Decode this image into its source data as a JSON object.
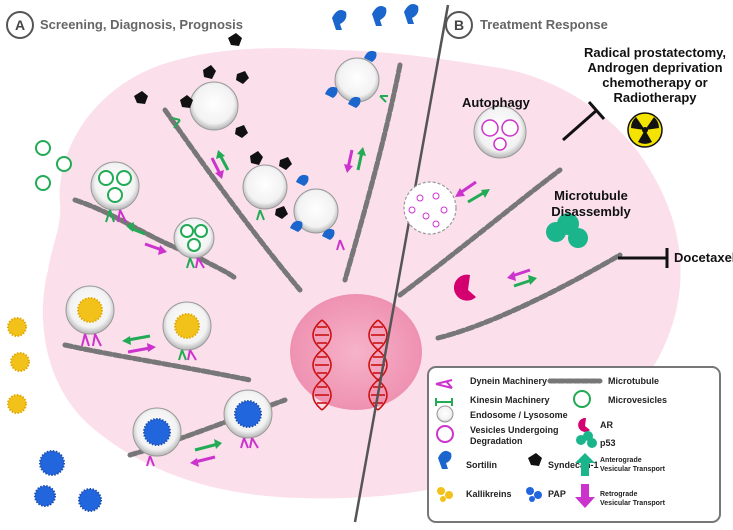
{
  "panel_a": {
    "letter": "A",
    "title": "Screening, Diagnosis, Prognosis"
  },
  "panel_b": {
    "letter": "B",
    "title": "Treatment Response"
  },
  "labels": {
    "autophagy": "Autophagy",
    "microtubule_disassembly_1": "Microtubule",
    "microtubule_disassembly_2": "Disassembly",
    "radical_1": "Radical prostatectomy,",
    "radical_2": "Androgen deprivation",
    "radical_3": "chemotherapy or",
    "radical_4": "Radiotherapy",
    "docetaxel": "Docetaxel"
  },
  "legend": {
    "dynein": "Dynein Machinery",
    "kinesin": "Kinesin Machinery",
    "endosome": "Endosome / Lysosome",
    "degradation_1": "Vesicles Undergoing",
    "degradation_2": "Degradation",
    "sortilin": "Sortilin",
    "syndecan": "Syndecan-1",
    "kallikreins": "Kallikreins",
    "pap": "PAP",
    "microtubule": "Microtubule",
    "microvesicles": "Microvesicles",
    "ar": "AR",
    "p53": "p53",
    "anterograde_1": "Anterograde",
    "anterograde_2": "Vesicular Transport",
    "retrograde_1": "Retrograde",
    "retrograde_2": "Vesicular Transport"
  },
  "colors": {
    "cell_fill": "#fbe0ec",
    "nucleus": "#f3a6c0",
    "dynein": "#cc33cc",
    "kinesin": "#22aa55",
    "sortilin": "#1a66cc",
    "pap": "#2266dd",
    "kallikreins": "#f2c21a",
    "syndecan": "#111111",
    "ar": "#d4006f",
    "p53": "#1ab58a",
    "dna": "#cc1111",
    "microtubule": "#777777"
  }
}
